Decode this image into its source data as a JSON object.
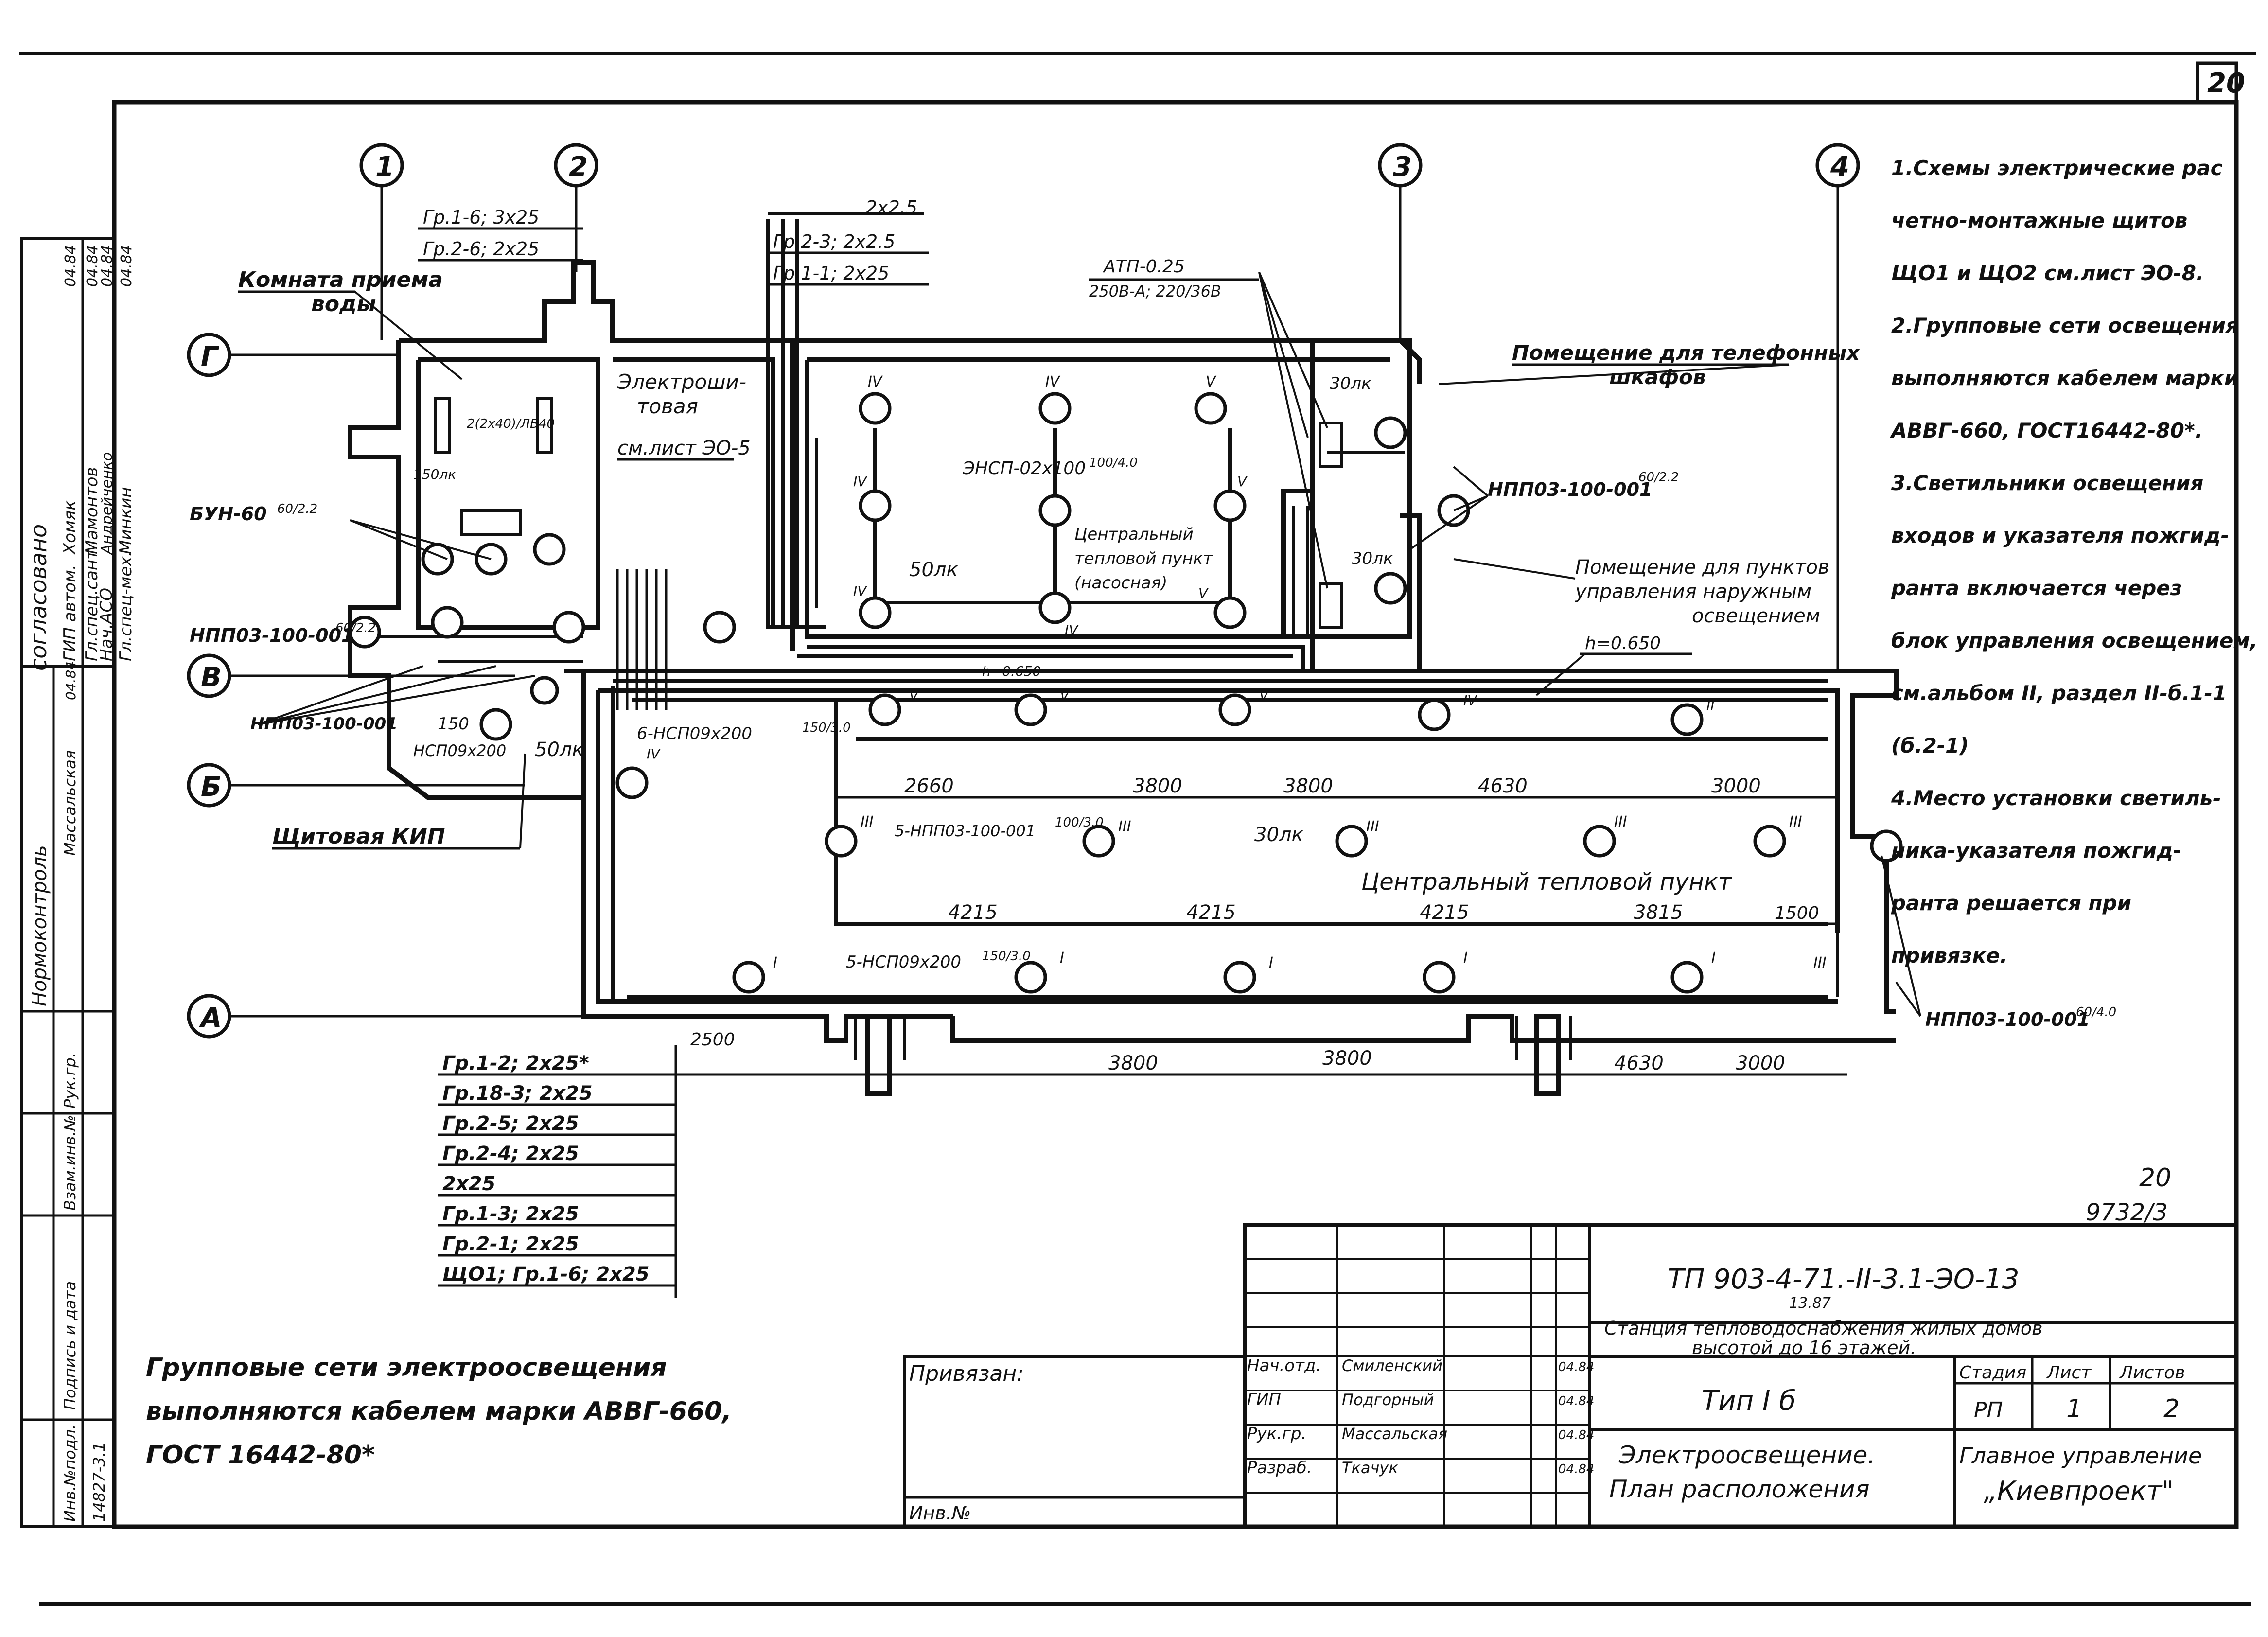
{
  "sheet": {
    "page_number": "20",
    "bottom_number": "20",
    "archive_number": "9732/3"
  },
  "axes": {
    "a1": "1",
    "a2": "2",
    "a3": "3",
    "a4": "4",
    "rG": "Г",
    "rV": "В",
    "rB": "Б",
    "rA": "А"
  },
  "notes": {
    "lines": [
      "1.Схемы электрические рас",
      "четно-монтажные щитов",
      "ЩО1 и ЩО2 см.лист ЭО-8.",
      "2.Групповые сети освещения",
      "выполняются кабелем марки",
      "АВВГ-660, ГОСТ16442-80*.",
      "3.Светильники освещения",
      "входов и указателя пожгид-",
      "ранта включается через",
      "блок управления освещением,",
      "см.альбом II, раздел II-б.1-1",
      "(б.2-1)",
      "4.Место установки светиль-",
      "ника-указателя пожгид-",
      "ранта решается при",
      "привязке."
    ]
  },
  "footnote": {
    "line1": "Групповые сети электроосвещения",
    "line2": "выполняются кабелем марки АВВГ-660,",
    "line3": "ГОСТ 16442-80*"
  },
  "rooms": {
    "water_intake_1": "Комната приема",
    "water_intake_2": "воды",
    "electro_1": "Электроши-",
    "electro_2": "товая",
    "electro_ref": "см.лист ЭО-5",
    "telephone_1": "Помещение для телефонных",
    "telephone_2": "шкафов",
    "control_1": "Помещение для пунктов",
    "control_2": "управления наружным",
    "control_3": "освещением",
    "central_pump_1": "Центральный",
    "central_pump_2": "тепловой пункт",
    "central_pump_3": "(насосная)",
    "central_main": "Центральный тепловой пункт",
    "kip_board": "Щитовая КИП"
  },
  "labels": {
    "cab_top_1": "Гр.1-6; 3х25",
    "cab_top_2": "Гр.2-6; 2х25",
    "cab_top_3": "2х2.5",
    "cab_top_4": "Гр.2-3; 2х2.5",
    "cab_top_5": "Гр.1-1; 2х25",
    "atp": "АТП-0.25",
    "atp_sub": "250В-А; 220/36В",
    "lux_30a": "30лк",
    "lux_30b": "30лк",
    "lux_30c": "30лк",
    "lux_50a": "50лк",
    "lux_50b": "50лк",
    "lux_150a": "150лк",
    "lux_150b": "150",
    "bun": "БУН-60",
    "bun_frac": "60/2.2",
    "nppo_a": "НПП03-100-001",
    "nppo_a_frac": "60/2.2",
    "nppo_b": "НПП03-100-001",
    "nppo_c": "НПП03-100-001",
    "nppo_c_frac": "60/2.2",
    "nppo_d": "НПП03-100-001",
    "nppo_d_frac": "60/4.0",
    "nsp_left": "НСП09х200",
    "ensp": "ЭНСП-02х100",
    "ensp_frac": "100/4.0",
    "row1_label": "6-НСП09х200",
    "row1_frac": "150/3.0",
    "row2_label": "5-НПП03-100-001",
    "row2_frac": "100/3.0",
    "row3_label": "5-НСП09х200",
    "row3_frac": "150/3.0",
    "height1": "h=0.650",
    "height2": "h=0.650",
    "lamp_sup": "2(2х40)/ЛБ40",
    "group_IV": "IV",
    "group_V": "V",
    "group_III": "III",
    "group_II": "II",
    "group_I": "I"
  },
  "dimensions": {
    "row1": [
      "2660",
      "3800",
      "3800",
      "4630",
      "3000"
    ],
    "row2": [
      "4215",
      "4215",
      "4215",
      "3815",
      "1500"
    ],
    "row3": [
      "2500",
      "3800",
      "3800",
      "4630",
      "3000"
    ]
  },
  "legend_cables": [
    "Гр.1-2; 2х25*",
    "Гр.18-3; 2х25",
    "Гр.2-5; 2х25",
    "Гр.2-4; 2х25",
    "2х25",
    "Гр.1-3; 2х25",
    "Гр.2-1; 2х25",
    "ЩО1; Гр.1-6; 2х25"
  ],
  "side_stamp": {
    "agreed": "согласовано",
    "rows": [
      [
        "ГИП автом.",
        "Хомяк",
        "04.84"
      ],
      [
        "Гл.спец.сант.",
        "Мамонтов",
        "04.84"
      ],
      [
        "Нач.АСО",
        "Андрейченко",
        "04.84"
      ],
      [
        "Гл.спец-мех.",
        "Минкин",
        "04.84"
      ]
    ],
    "normcontrol": "Нормоконтроль",
    "massalskaya": "Массальская",
    "ruk_gr": "Рук.гр.",
    "vzam": "Взам.инв.№",
    "podpis": "Подпись и дата",
    "podpis_date": "04.84",
    "inv_podl": "Инв.№подл.",
    "inv_value": "14827-3.1"
  },
  "title_block": {
    "code": "ТП 903-4-71.-II-3.1-ЭО-13",
    "code_sub": "13.87",
    "project_1": "Станция тепловодоснабжения жилых домов",
    "project_2": "высотой до 16 этажей.",
    "type": "Тип I б",
    "stage_h": "Стадия",
    "sheet_h": "Лист",
    "sheets_h": "Листов",
    "stage": "РП",
    "sheet": "1",
    "sheets": "2",
    "drawing_1": "Электроосвещение.",
    "drawing_2": "План расположения",
    "org_1": "Главное управление",
    "org_2": "„Киевпроект\"",
    "bound": "Привязан:",
    "inv_no": "Инв.№",
    "staff": [
      [
        "Нач.отд.",
        "Смиленский",
        "04.84"
      ],
      [
        "ГИП",
        "Подгорный",
        "04.84"
      ],
      [
        "Рук.гр.",
        "Массальская",
        "04.84"
      ],
      [
        "Разраб.",
        "Ткачук",
        "04.84"
      ]
    ]
  }
}
